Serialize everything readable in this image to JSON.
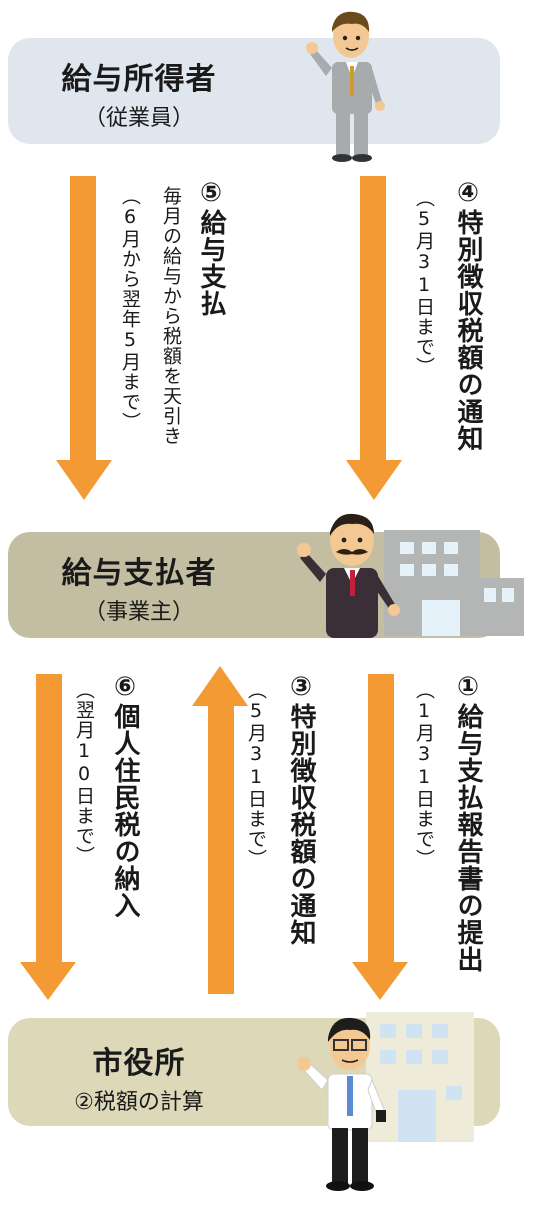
{
  "employee": {
    "title": "給与所得者",
    "sub": "（従業員）"
  },
  "employer": {
    "title": "給与支払者",
    "sub": "（事業主）"
  },
  "city": {
    "title": "市役所",
    "sub": "②税額の計算"
  },
  "steps": {
    "s1": {
      "num": "①",
      "label": "給与支払報告書の提出",
      "note": "（1月31日まで）"
    },
    "s3": {
      "num": "③",
      "label": "特別徴収税額の通知",
      "note": "（5月31日まで）"
    },
    "s4": {
      "num": "④",
      "label": "特別徴収税額の通知",
      "note": "（5月31日まで）"
    },
    "s5": {
      "num": "⑤",
      "label": "給与支払",
      "note1": "毎月の給与から税額を天引き",
      "note2": "（6月から翌年5月まで）"
    },
    "s6": {
      "num": "⑥",
      "label": "個人住民税の納入",
      "note": "（翌月10日まで）"
    }
  },
  "colors": {
    "arrow": "#f39a35",
    "employee_box": "#dfe6ed",
    "employer_box": "#c3bea2",
    "city_box": "#dcd8b8"
  }
}
